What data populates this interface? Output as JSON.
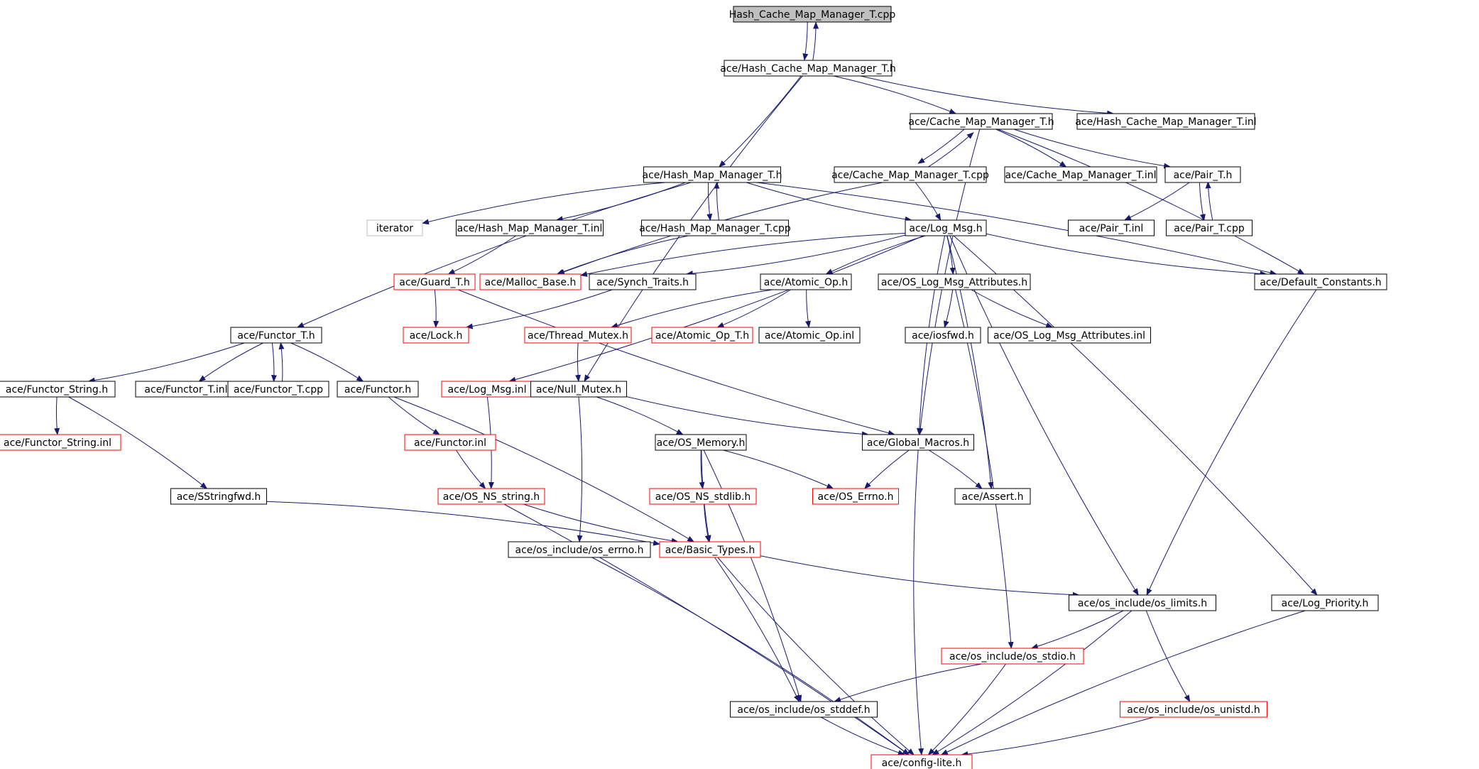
{
  "colors": {
    "edge": "#191970",
    "box_border": "#000000",
    "box_red_border": "#ff0000",
    "box_gray_border": "#bfbfbf",
    "root_fill": "#bfbfbf",
    "fill": "#ffffff",
    "text": "#000000"
  },
  "nodes": [
    {
      "id": "root",
      "label": "Hash_Cache_Map_Manager_T.cpp",
      "style": "root"
    },
    {
      "id": "hcmm_h",
      "label": "ace/Hash_Cache_Map_Manager_T.h",
      "style": "black"
    },
    {
      "id": "cmm_h",
      "label": "ace/Cache_Map_Manager_T.h",
      "style": "black"
    },
    {
      "id": "hcmm_inl",
      "label": "ace/Hash_Cache_Map_Manager_T.inl",
      "style": "black"
    },
    {
      "id": "hmm_h",
      "label": "ace/Hash_Map_Manager_T.h",
      "style": "black"
    },
    {
      "id": "cmm_cpp",
      "label": "ace/Cache_Map_Manager_T.cpp",
      "style": "black"
    },
    {
      "id": "cmm_inl",
      "label": "ace/Cache_Map_Manager_T.inl",
      "style": "black"
    },
    {
      "id": "pair_h",
      "label": "ace/Pair_T.h",
      "style": "black"
    },
    {
      "id": "iterator",
      "label": "iterator",
      "style": "gray"
    },
    {
      "id": "hmm_inl",
      "label": "ace/Hash_Map_Manager_T.inl",
      "style": "black"
    },
    {
      "id": "hmm_cpp",
      "label": "ace/Hash_Map_Manager_T.cpp",
      "style": "black"
    },
    {
      "id": "logmsg_h",
      "label": "ace/Log_Msg.h",
      "style": "black"
    },
    {
      "id": "pair_inl",
      "label": "ace/Pair_T.inl",
      "style": "black"
    },
    {
      "id": "pair_cpp",
      "label": "ace/Pair_T.cpp",
      "style": "black"
    },
    {
      "id": "guard_h",
      "label": "ace/Guard_T.h",
      "style": "red"
    },
    {
      "id": "malloc_h",
      "label": "ace/Malloc_Base.h",
      "style": "red"
    },
    {
      "id": "synch_h",
      "label": "ace/Synch_Traits.h",
      "style": "black"
    },
    {
      "id": "atomic_h",
      "label": "ace/Atomic_Op.h",
      "style": "black"
    },
    {
      "id": "oslogattr_h",
      "label": "ace/OS_Log_Msg_Attributes.h",
      "style": "black"
    },
    {
      "id": "defconst_h",
      "label": "ace/Default_Constants.h",
      "style": "black"
    },
    {
      "id": "functor_t_h",
      "label": "ace/Functor_T.h",
      "style": "black"
    },
    {
      "id": "lock_h",
      "label": "ace/Lock.h",
      "style": "red"
    },
    {
      "id": "thrmutex_h",
      "label": "ace/Thread_Mutex.h",
      "style": "red"
    },
    {
      "id": "atomic_t_h",
      "label": "ace/Atomic_Op_T.h",
      "style": "red"
    },
    {
      "id": "atomic_inl",
      "label": "ace/Atomic_Op.inl",
      "style": "black"
    },
    {
      "id": "iosfwd_h",
      "label": "ace/iosfwd.h",
      "style": "black"
    },
    {
      "id": "oslogattr_inl",
      "label": "ace/OS_Log_Msg_Attributes.inl",
      "style": "black"
    },
    {
      "id": "functor_str_h",
      "label": "ace/Functor_String.h",
      "style": "black"
    },
    {
      "id": "functor_t_inl",
      "label": "ace/Functor_T.inl",
      "style": "black"
    },
    {
      "id": "functor_t_cpp",
      "label": "ace/Functor_T.cpp",
      "style": "black"
    },
    {
      "id": "functor_h",
      "label": "ace/Functor.h",
      "style": "black"
    },
    {
      "id": "logmsg_inl",
      "label": "ace/Log_Msg.inl",
      "style": "red"
    },
    {
      "id": "nullmutex_h",
      "label": "ace/Null_Mutex.h",
      "style": "black"
    },
    {
      "id": "functor_str_inl",
      "label": "ace/Functor_String.inl",
      "style": "red"
    },
    {
      "id": "functor_inl",
      "label": "ace/Functor.inl",
      "style": "red"
    },
    {
      "id": "osmem_h",
      "label": "ace/OS_Memory.h",
      "style": "black"
    },
    {
      "id": "globmac_h",
      "label": "ace/Global_Macros.h",
      "style": "black"
    },
    {
      "id": "sstrfwd_h",
      "label": "ace/SStringfwd.h",
      "style": "black"
    },
    {
      "id": "osnsstr_h",
      "label": "ace/OS_NS_string.h",
      "style": "red"
    },
    {
      "id": "osnsstdlib_h",
      "label": "ace/OS_NS_stdlib.h",
      "style": "red"
    },
    {
      "id": "oserrno_h",
      "label": "ace/OS_Errno.h",
      "style": "red"
    },
    {
      "id": "assert_h",
      "label": "ace/Assert.h",
      "style": "black"
    },
    {
      "id": "os_errno_h",
      "label": "ace/os_include/os_errno.h",
      "style": "black"
    },
    {
      "id": "basictypes_h",
      "label": "ace/Basic_Types.h",
      "style": "red"
    },
    {
      "id": "os_limits_h",
      "label": "ace/os_include/os_limits.h",
      "style": "black"
    },
    {
      "id": "logprio_h",
      "label": "ace/Log_Priority.h",
      "style": "black"
    },
    {
      "id": "os_stdio_h",
      "label": "ace/os_include/os_stdio.h",
      "style": "red"
    },
    {
      "id": "os_stddef_h",
      "label": "ace/os_include/os_stddef.h",
      "style": "black"
    },
    {
      "id": "os_unistd_h",
      "label": "ace/os_include/os_unistd.h",
      "style": "red"
    },
    {
      "id": "configlite_h",
      "label": "ace/config-lite.h",
      "style": "red"
    }
  ],
  "edges": [
    [
      "root",
      "hcmm_h"
    ],
    [
      "hcmm_h",
      "root"
    ],
    [
      "hcmm_h",
      "cmm_h"
    ],
    [
      "hcmm_h",
      "hcmm_inl"
    ],
    [
      "hcmm_h",
      "hmm_h"
    ],
    [
      "hcmm_h",
      "nullmutex_h"
    ],
    [
      "cmm_h",
      "cmm_cpp"
    ],
    [
      "cmm_cpp",
      "cmm_h"
    ],
    [
      "cmm_h",
      "cmm_inl"
    ],
    [
      "cmm_h",
      "pair_h"
    ],
    [
      "cmm_h",
      "defconst_h"
    ],
    [
      "cmm_h",
      "globmac_h"
    ],
    [
      "cmm_cpp",
      "logmsg_h"
    ],
    [
      "cmm_cpp",
      "malloc_h"
    ],
    [
      "pair_h",
      "pair_inl"
    ],
    [
      "pair_h",
      "pair_cpp"
    ],
    [
      "pair_cpp",
      "pair_h"
    ],
    [
      "hmm_h",
      "iterator"
    ],
    [
      "hmm_h",
      "hmm_inl"
    ],
    [
      "hmm_h",
      "hmm_cpp"
    ],
    [
      "hmm_cpp",
      "hmm_h"
    ],
    [
      "hmm_h",
      "logmsg_h"
    ],
    [
      "hmm_h",
      "defconst_h"
    ],
    [
      "hmm_h",
      "functor_t_h"
    ],
    [
      "hmm_inl",
      "guard_h"
    ],
    [
      "hmm_cpp",
      "malloc_h"
    ],
    [
      "logmsg_h",
      "synch_h"
    ],
    [
      "logmsg_h",
      "atomic_h"
    ],
    [
      "logmsg_h",
      "oslogattr_h"
    ],
    [
      "logmsg_h",
      "defconst_h"
    ],
    [
      "logmsg_h",
      "logmsg_inl"
    ],
    [
      "logmsg_h",
      "globmac_h"
    ],
    [
      "logmsg_h",
      "assert_h"
    ],
    [
      "logmsg_h",
      "os_limits_h"
    ],
    [
      "logmsg_h",
      "logprio_h"
    ],
    [
      "logmsg_h",
      "malloc_h"
    ],
    [
      "guard_h",
      "lock_h"
    ],
    [
      "guard_h",
      "globmac_h"
    ],
    [
      "synch_h",
      "lock_h"
    ],
    [
      "atomic_h",
      "thrmutex_h"
    ],
    [
      "atomic_h",
      "atomic_t_h"
    ],
    [
      "atomic_h",
      "atomic_inl"
    ],
    [
      "oslogattr_h",
      "iosfwd_h"
    ],
    [
      "oslogattr_h",
      "oslogattr_inl"
    ],
    [
      "oslogattr_h",
      "os_stdio_h"
    ],
    [
      "defconst_h",
      "os_limits_h"
    ],
    [
      "functor_t_h",
      "functor_str_h"
    ],
    [
      "functor_t_h",
      "functor_t_inl"
    ],
    [
      "functor_t_h",
      "functor_t_cpp"
    ],
    [
      "functor_t_cpp",
      "functor_t_h"
    ],
    [
      "functor_t_h",
      "functor_h"
    ],
    [
      "functor_str_h",
      "functor_str_inl"
    ],
    [
      "functor_str_h",
      "sstrfwd_h"
    ],
    [
      "functor_h",
      "functor_inl"
    ],
    [
      "functor_h",
      "basictypes_h"
    ],
    [
      "functor_inl",
      "osnsstr_h"
    ],
    [
      "logmsg_inl",
      "osnsstr_h"
    ],
    [
      "thrmutex_h",
      "nullmutex_h"
    ],
    [
      "nullmutex_h",
      "osmem_h"
    ],
    [
      "nullmutex_h",
      "globmac_h"
    ],
    [
      "nullmutex_h",
      "os_errno_h"
    ],
    [
      "osmem_h",
      "osnsstdlib_h"
    ],
    [
      "osmem_h",
      "oserrno_h"
    ],
    [
      "osmem_h",
      "basictypes_h"
    ],
    [
      "osmem_h",
      "os_stddef_h"
    ],
    [
      "globmac_h",
      "oserrno_h"
    ],
    [
      "globmac_h",
      "assert_h"
    ],
    [
      "globmac_h",
      "configlite_h"
    ],
    [
      "sstrfwd_h",
      "basictypes_h"
    ],
    [
      "osnsstr_h",
      "basictypes_h"
    ],
    [
      "osnsstr_h",
      "configlite_h"
    ],
    [
      "osnsstdlib_h",
      "basictypes_h"
    ],
    [
      "os_errno_h",
      "configlite_h"
    ],
    [
      "basictypes_h",
      "os_limits_h"
    ],
    [
      "basictypes_h",
      "os_stddef_h"
    ],
    [
      "basictypes_h",
      "configlite_h"
    ],
    [
      "os_limits_h",
      "os_stdio_h"
    ],
    [
      "os_limits_h",
      "os_unistd_h"
    ],
    [
      "os_limits_h",
      "configlite_h"
    ],
    [
      "os_stdio_h",
      "os_stddef_h"
    ],
    [
      "os_stdio_h",
      "configlite_h"
    ],
    [
      "os_stddef_h",
      "configlite_h"
    ],
    [
      "os_unistd_h",
      "configlite_h"
    ],
    [
      "logprio_h",
      "configlite_h"
    ]
  ]
}
